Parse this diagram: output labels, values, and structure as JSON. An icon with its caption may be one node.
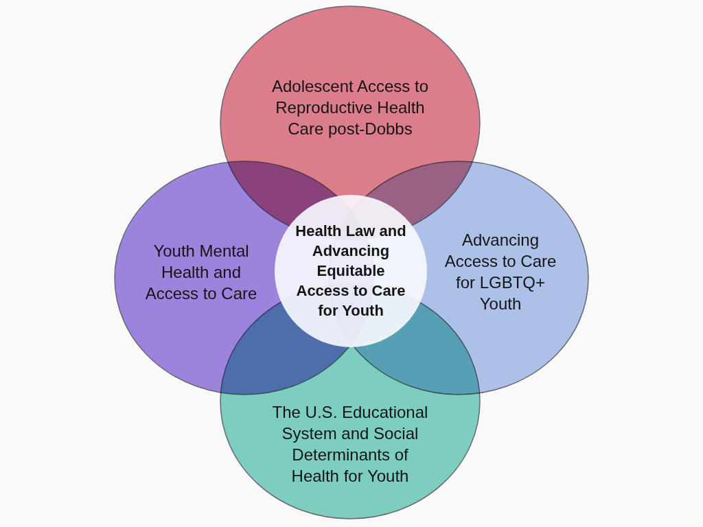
{
  "diagram": {
    "nodes": [
      {
        "text": [
          "Adolescent Access to Reproductive Health Care post-Dobbs"
        ]
      },
      {
        "text": [
          "Youth Mental Health and Access to Care"
        ]
      },
      {
        "text": [
          "Health Law and Advancing Equitable Access to Care for Youth"
        ]
      },
      {
        "text": [
          "Advancing Access to Care for LGBTQ+ Youth"
        ]
      },
      {
        "text": [
          "The U.S. Educational System and Social Determinants of Health for Youth"
        ]
      }
    ]
  }
}
